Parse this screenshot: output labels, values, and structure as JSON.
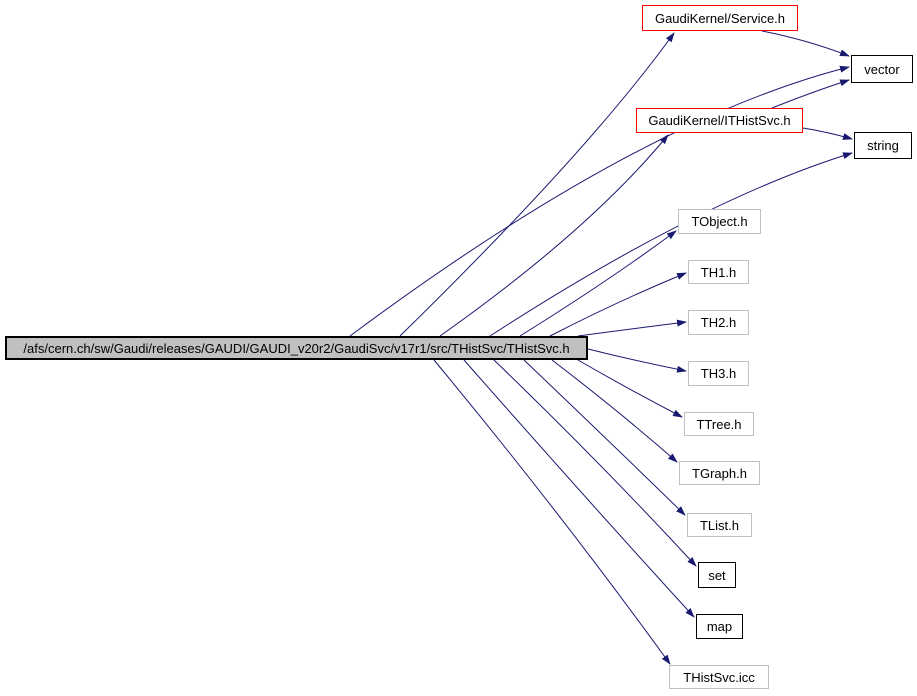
{
  "diagram": {
    "kind": "include-dependency-graph",
    "edge_color": "#191970",
    "colors": {
      "main_node_fill": "#c0c0c0",
      "main_node_border": "#000000",
      "linked_node_border": "#ff0000",
      "std_node_border": "#000000",
      "plain_node_border": "#c0c0c0",
      "background": "#ffffff"
    },
    "nodes": {
      "main": {
        "label": "/afs/cern.ch/sw/Gaudi/releases/GAUDI/GAUDI_v20r2/GaudiSvc/v17r1/src/THistSvc/THistSvc.h"
      },
      "service": {
        "label": "GaudiKernel/Service.h"
      },
      "ithistsvc": {
        "label": "GaudiKernel/ITHistSvc.h"
      },
      "vector": {
        "label": "vector"
      },
      "string": {
        "label": "string"
      },
      "tobject": {
        "label": "TObject.h"
      },
      "th1": {
        "label": "TH1.h"
      },
      "th2": {
        "label": "TH2.h"
      },
      "th3": {
        "label": "TH3.h"
      },
      "ttree": {
        "label": "TTree.h"
      },
      "tgraph": {
        "label": "TGraph.h"
      },
      "tlist": {
        "label": "TList.h"
      },
      "set": {
        "label": "set"
      },
      "map": {
        "label": "map"
      },
      "thistsvc_icc": {
        "label": "THistSvc.icc"
      }
    },
    "edges": [
      {
        "from": "main",
        "to": "service"
      },
      {
        "from": "main",
        "to": "vector"
      },
      {
        "from": "main",
        "to": "ithistsvc"
      },
      {
        "from": "main",
        "to": "string"
      },
      {
        "from": "main",
        "to": "tobject"
      },
      {
        "from": "main",
        "to": "th1"
      },
      {
        "from": "main",
        "to": "th2"
      },
      {
        "from": "main",
        "to": "th3"
      },
      {
        "from": "main",
        "to": "ttree"
      },
      {
        "from": "main",
        "to": "tgraph"
      },
      {
        "from": "main",
        "to": "tlist"
      },
      {
        "from": "main",
        "to": "set"
      },
      {
        "from": "main",
        "to": "map"
      },
      {
        "from": "main",
        "to": "thistsvc_icc"
      },
      {
        "from": "service",
        "to": "vector"
      },
      {
        "from": "ithistsvc",
        "to": "vector"
      },
      {
        "from": "ithistsvc",
        "to": "string"
      }
    ]
  }
}
